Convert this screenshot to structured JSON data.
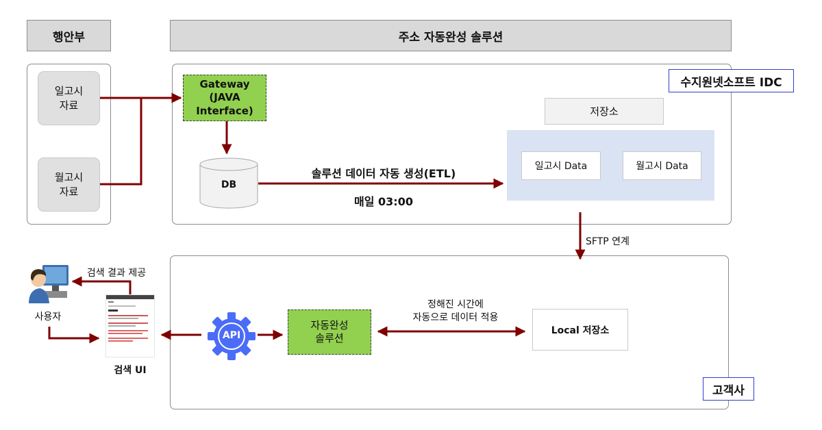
{
  "headers": {
    "left": "행안부",
    "right": "주소 자동완성 솔루션"
  },
  "haengan": {
    "box1": "일고시\n자료",
    "box2": "월고시\n자료"
  },
  "idc": {
    "label": "수지원넷소프트 IDC",
    "gateway": "Gateway\n(JAVA\nInterface)",
    "db": "DB",
    "etl_title": "솔루션 데이터 자동 생성(ETL)",
    "etl_time": "매일 03:00",
    "storage_title": "저장소",
    "daily_data": "일고시 Data",
    "monthly_data": "월고시 Data"
  },
  "sftp": "SFTP 연계",
  "customer": {
    "label": "고객사",
    "api": "API",
    "solution": "자동완성\n솔루션",
    "sync_text": "정해진 시간에\n자동으로 데이터 적용",
    "local_storage": "Local 저장소"
  },
  "user": {
    "label": "사용자",
    "result_text": "검색 결과 제공",
    "search_ui_label": "검색 UI"
  },
  "colors": {
    "arrow": "#7f0000",
    "green": "#92d050",
    "storage_bg": "#dae3f3",
    "api_gear": "#4a6cf7"
  }
}
